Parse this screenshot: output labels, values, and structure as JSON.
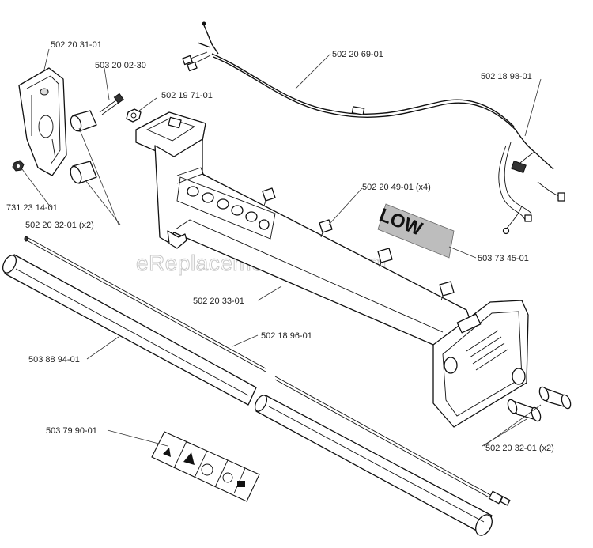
{
  "labels": {
    "handle": "502 20 31-01",
    "screw": "503 20 02-30",
    "nut_top": "502 19 71-01",
    "wire_harness": "502 20 69-01",
    "wire_set": "502 18 98-01",
    "clip": "502 20 49-01 (x4)",
    "nut_left": "731 23 14-01",
    "damper_left": "502 20 32-01 (x2)",
    "decal_logo": "503 73 45-01",
    "shaft_housing": "502 20 33-01",
    "drive_shaft": "502 18 96-01",
    "tube": "503 88 94-01",
    "warning_decal": "503 79 90-01",
    "damper_right": "502 20 32-01 (x2)"
  },
  "watermark": "eReplacementParts.com",
  "brand_logo_text": "LOW"
}
